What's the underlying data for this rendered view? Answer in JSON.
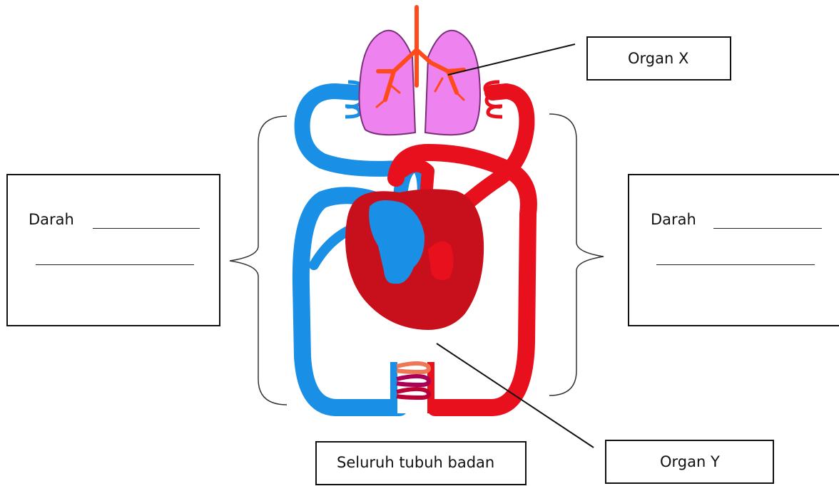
{
  "labels": {
    "organ_x": "Organ X",
    "organ_y": "Organ Y",
    "body": "Seluruh tubuh badan",
    "left_blood": "Darah",
    "right_blood": "Darah"
  },
  "colors": {
    "deoxygenated": "#1a8fe6",
    "oxygenated": "#e8101c",
    "heart": "#c8101c",
    "lungs": "#ee82ee",
    "trachea": "#ff4a1c"
  }
}
